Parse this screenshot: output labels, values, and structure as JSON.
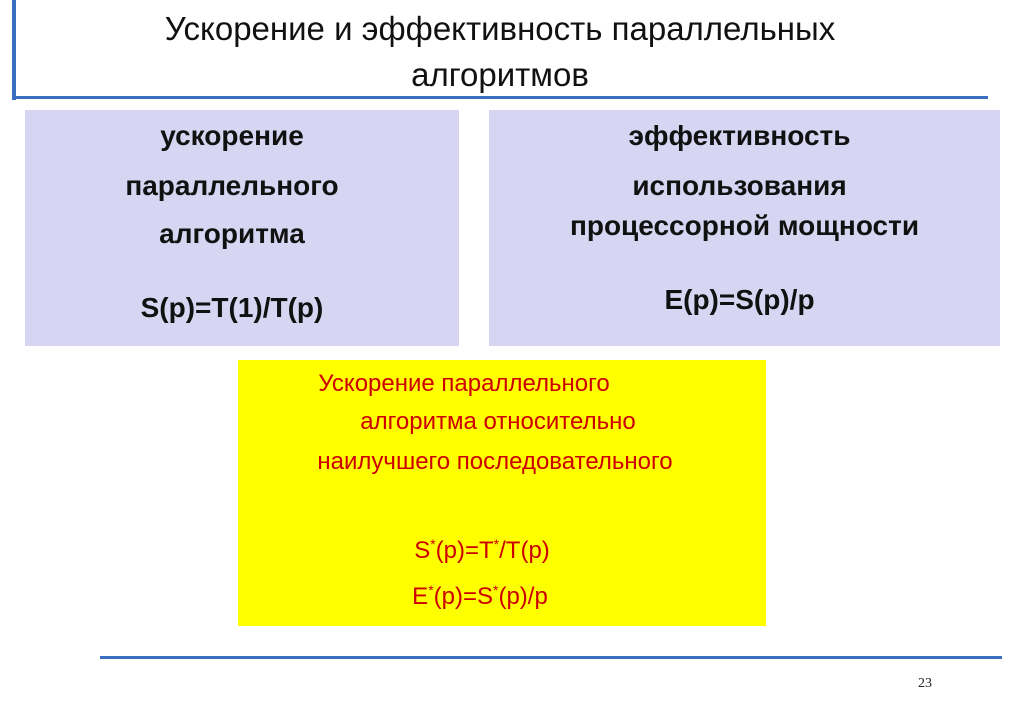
{
  "slide": {
    "title_line1": "Ускорение и эффективность параллельных",
    "title_line2": "алгоритмов",
    "left_panel": {
      "line1": "ускорение",
      "line2": "параллельного",
      "line3": "алгоритма",
      "formula": "S(p)=T(1)/T(p)"
    },
    "right_panel": {
      "line1": "эффективность",
      "line2": "использования",
      "line3": "процессорной мощности",
      "formula": "E(p)=S(p)/p"
    },
    "yellow_box": {
      "line1": "Ускорение параллельного",
      "line2": "алгоритма относительно",
      "line3": "наилучшего последовательного",
      "f1_a": "S",
      "f1_sup": "*",
      "f1_b": "(p)=T",
      "f1_star": "*",
      "f1_c": "/T(p)",
      "f2_a": "E",
      "f2_star1": "*",
      "f2_b": "(p)=S",
      "f2_star2": "*",
      "f2_c": "(p)/p"
    },
    "page_number": "23",
    "colors": {
      "accent_rule": "#3a6fbf",
      "panel_bg": "#d6d6f2",
      "highlight_bg": "#ffff00",
      "highlight_text": "#cc0000"
    }
  }
}
